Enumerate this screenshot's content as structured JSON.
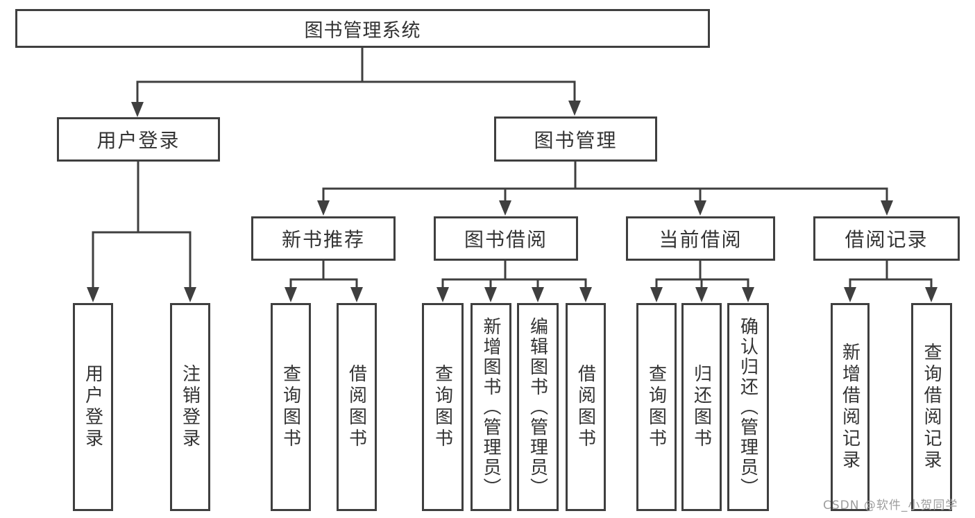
{
  "diagram": {
    "root": {
      "label": "图书管理系统"
    },
    "branches": [
      {
        "label": "用户登录",
        "children": [
          {
            "label": "用户登录"
          },
          {
            "label": "注销登录"
          }
        ]
      },
      {
        "label": "图书管理",
        "children": [
          {
            "label": "新书推荐",
            "children": [
              {
                "label": "查询图书"
              },
              {
                "label": "借阅图书"
              }
            ]
          },
          {
            "label": "图书借阅",
            "children": [
              {
                "label": "查询图书"
              },
              {
                "label": "新增图书（管理员）"
              },
              {
                "label": "编辑图书（管理员）"
              },
              {
                "label": "借阅图书"
              }
            ]
          },
          {
            "label": "当前借阅",
            "children": [
              {
                "label": "查询图书"
              },
              {
                "label": "归还图书"
              },
              {
                "label": "确认归还（管理员）"
              }
            ]
          },
          {
            "label": "借阅记录",
            "children": [
              {
                "label": "新增借阅记录"
              },
              {
                "label": "查询借阅记录"
              }
            ]
          }
        ]
      }
    ]
  },
  "colors": {
    "line": "#3f3f3f",
    "text": "#333333",
    "background": "#ffffff",
    "watermark": "#9d9d9d"
  },
  "watermark": {
    "text": "CSDN @软件_小贺同学"
  }
}
